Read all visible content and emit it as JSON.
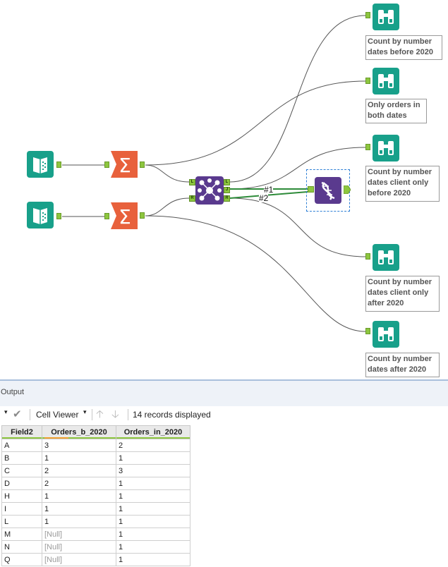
{
  "workflow": {
    "connection_labels": [
      "#1",
      "#2"
    ],
    "annotations": [
      "Count by number dates before 2020",
      "Only orders in both dates",
      "Count by number dates client only before 2020",
      "Count by number dates client only after 2020",
      "Count by number dates after 2020"
    ],
    "join_anchor_labels": {
      "in_left": "L",
      "in_right": "R",
      "out_left": "L",
      "out_join": "J",
      "out_right": "R"
    },
    "colors": {
      "teal": "#18a08a",
      "orange": "#e8613c",
      "purple": "#5a3a8e",
      "anchor": "#8dc63f"
    }
  },
  "output": {
    "title": "Output",
    "toolbar": {
      "viewer": "Cell Viewer",
      "records": "14 records displayed"
    },
    "columns": [
      "Field2",
      "Orders_b_2020",
      "Orders_in_2020"
    ],
    "rows": [
      [
        "A",
        "3",
        "2"
      ],
      [
        "B",
        "1",
        "1"
      ],
      [
        "C",
        "2",
        "3"
      ],
      [
        "D",
        "2",
        "1"
      ],
      [
        "H",
        "1",
        "1"
      ],
      [
        "I",
        "1",
        "1"
      ],
      [
        "L",
        "1",
        "1"
      ],
      [
        "M",
        "[Null]",
        "1"
      ],
      [
        "N",
        "[Null]",
        "1"
      ],
      [
        "Q",
        "[Null]",
        "1"
      ]
    ]
  }
}
